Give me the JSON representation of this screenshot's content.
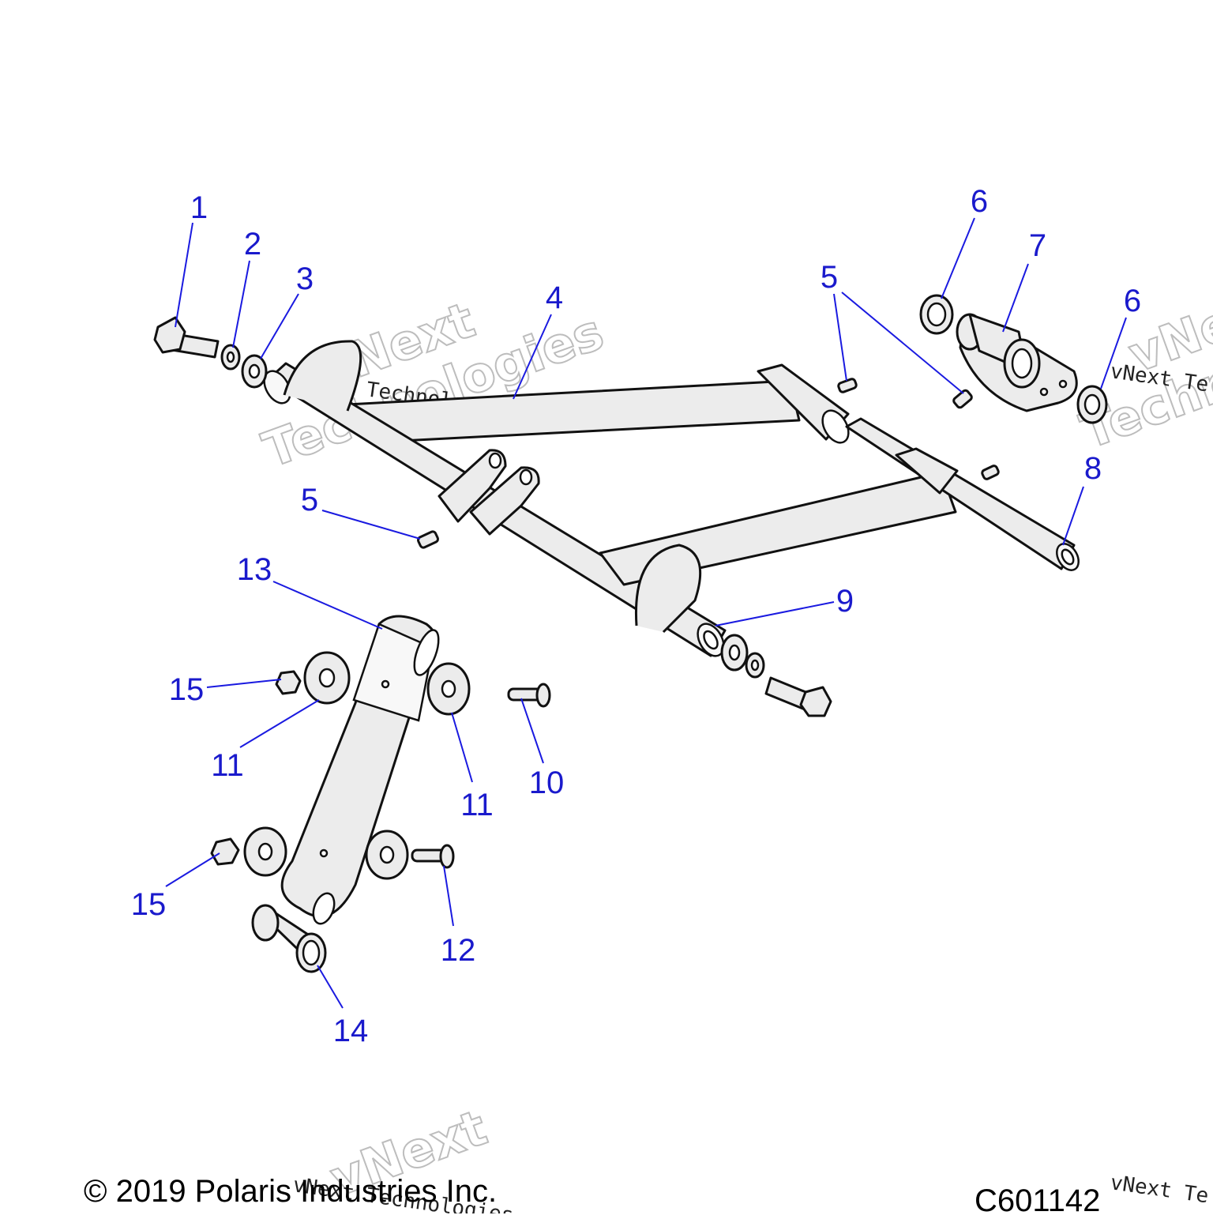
{
  "callouts": {
    "c1": "1",
    "c2": "2",
    "c3": "3",
    "c4": "4",
    "c5a": "5",
    "c5b": "5",
    "c6a": "6",
    "c6b": "6",
    "c7": "7",
    "c8": "8",
    "c9": "9",
    "c10": "10",
    "c11a": "11",
    "c11b": "11",
    "c12": "12",
    "c13": "13",
    "c14": "14",
    "c15a": "15",
    "c15b": "15"
  },
  "watermark": {
    "line1": "vNext",
    "line2": "Technologies",
    "small": "vNext Technologies",
    "small_right": "vNext Te",
    "right_line1": "vNe",
    "right_line2": "Technolo"
  },
  "footer": {
    "copyright": "© 2019 Polaris Industries Inc.",
    "code": "C601142"
  },
  "colors": {
    "callout": "#1a1acc",
    "line": "#111111",
    "part_fill": "#ececec"
  }
}
